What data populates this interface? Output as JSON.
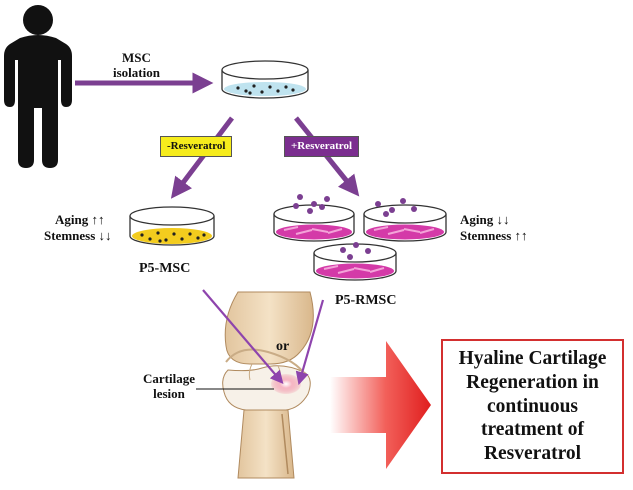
{
  "labels": {
    "msc_isolation_line1": "MSC",
    "msc_isolation_line2": "isolation",
    "minus_resveratrol": "-Resveratrol",
    "plus_resveratrol": "+Resveratrol",
    "left_aging": "Aging ↑↑",
    "left_stemness": "Stemness ↓↓",
    "right_aging": "Aging ↓↓",
    "right_stemness": "Stemness ↑↑",
    "p5_msc": "P5-MSC",
    "p5_rmsc": "P5-RMSC",
    "or": "or",
    "cartilage_line1": "Cartilage",
    "cartilage_line2": "lesion"
  },
  "result": {
    "lines": [
      "Hyaline Cartilage",
      "Regeneration in",
      "continuous",
      "treatment of",
      "Resveratrol"
    ]
  },
  "colors": {
    "arrow_purple": "#7b3f91",
    "minus_tag_bg": "#f6ec1c",
    "plus_tag_bg": "#7b2e8f",
    "culture_yellow": "#f3cc1e",
    "culture_magenta": "#d43aa8",
    "culture_blue": "#bfe3ef",
    "lesion_pink": "#f08aa0",
    "result_border": "#d32f2f",
    "big_arrow_red": "#e53935"
  }
}
